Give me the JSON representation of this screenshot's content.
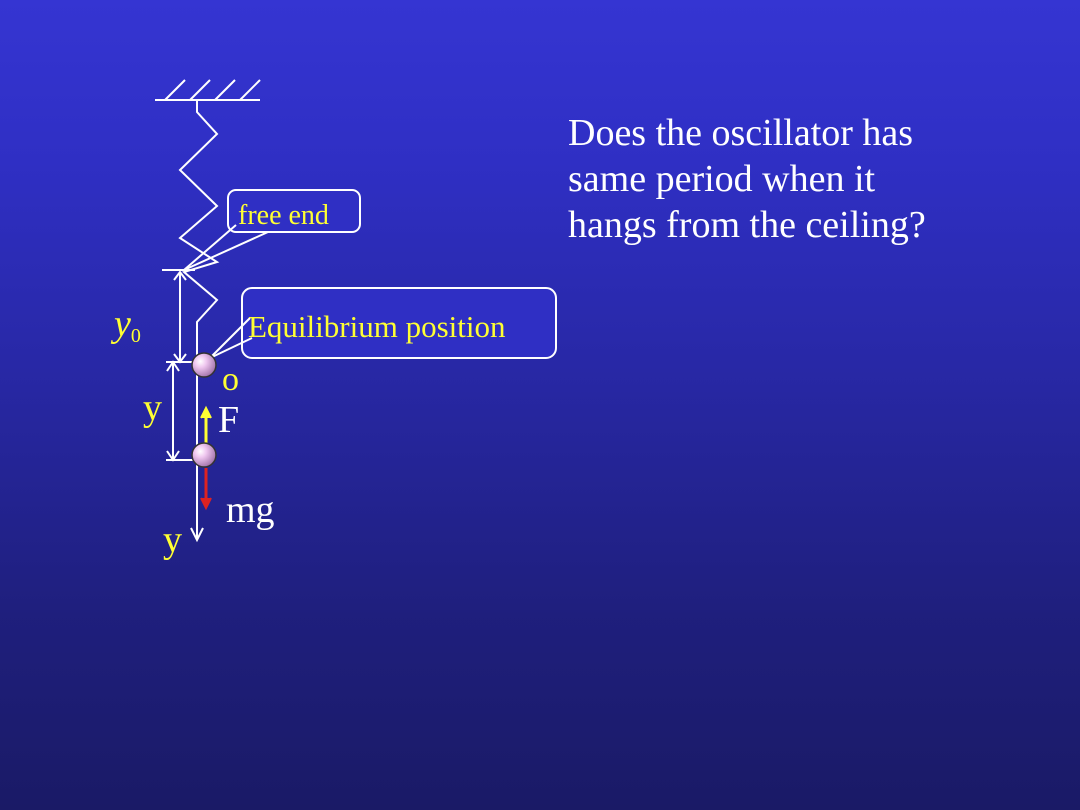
{
  "question": {
    "lines": [
      "Does the oscillator has",
      "same period when it",
      "hangs from the ceiling?"
    ]
  },
  "labels": {
    "free_end": "free end",
    "equilibrium": "Equilibrium position",
    "y0_main": "y",
    "y0_sub": "0",
    "origin": "o",
    "displacement": "y",
    "force": "F",
    "weight": "mg",
    "axis": "y"
  },
  "colors": {
    "text_yellow": "#ffff33",
    "line_white": "#ffffff",
    "force_arrow": "#ffff33",
    "weight_arrow": "#dd2222"
  }
}
